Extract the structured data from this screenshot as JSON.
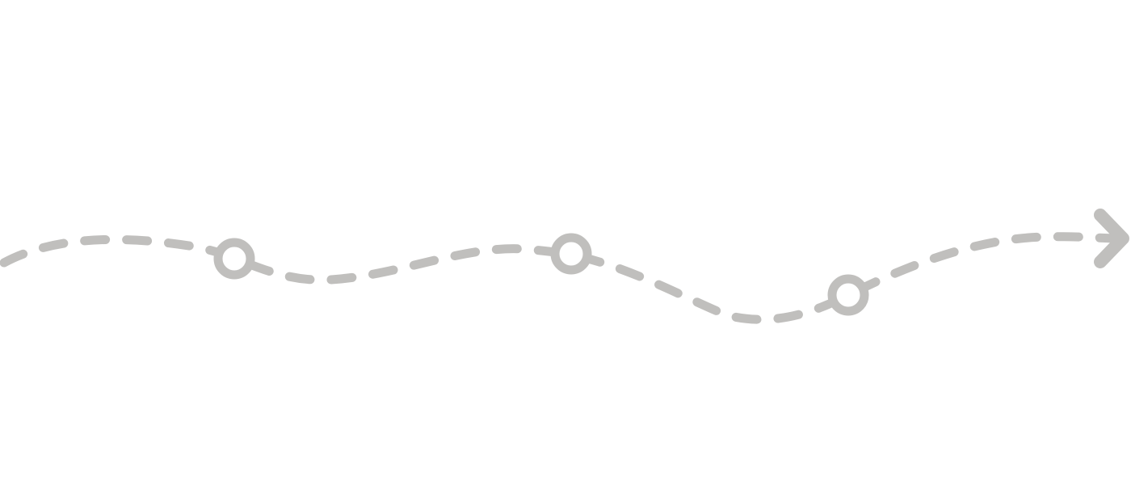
{
  "diagram": {
    "type": "dashed-route-with-milestones",
    "milestone_count": 3,
    "direction": "left-to-right",
    "colors": {
      "background": "#ffffff",
      "route": "#c0bfbd",
      "ring_fill": "#ffffff"
    },
    "icons": {
      "milestone": "ring-marker-icon",
      "end": "chevron-right-icon"
    }
  }
}
